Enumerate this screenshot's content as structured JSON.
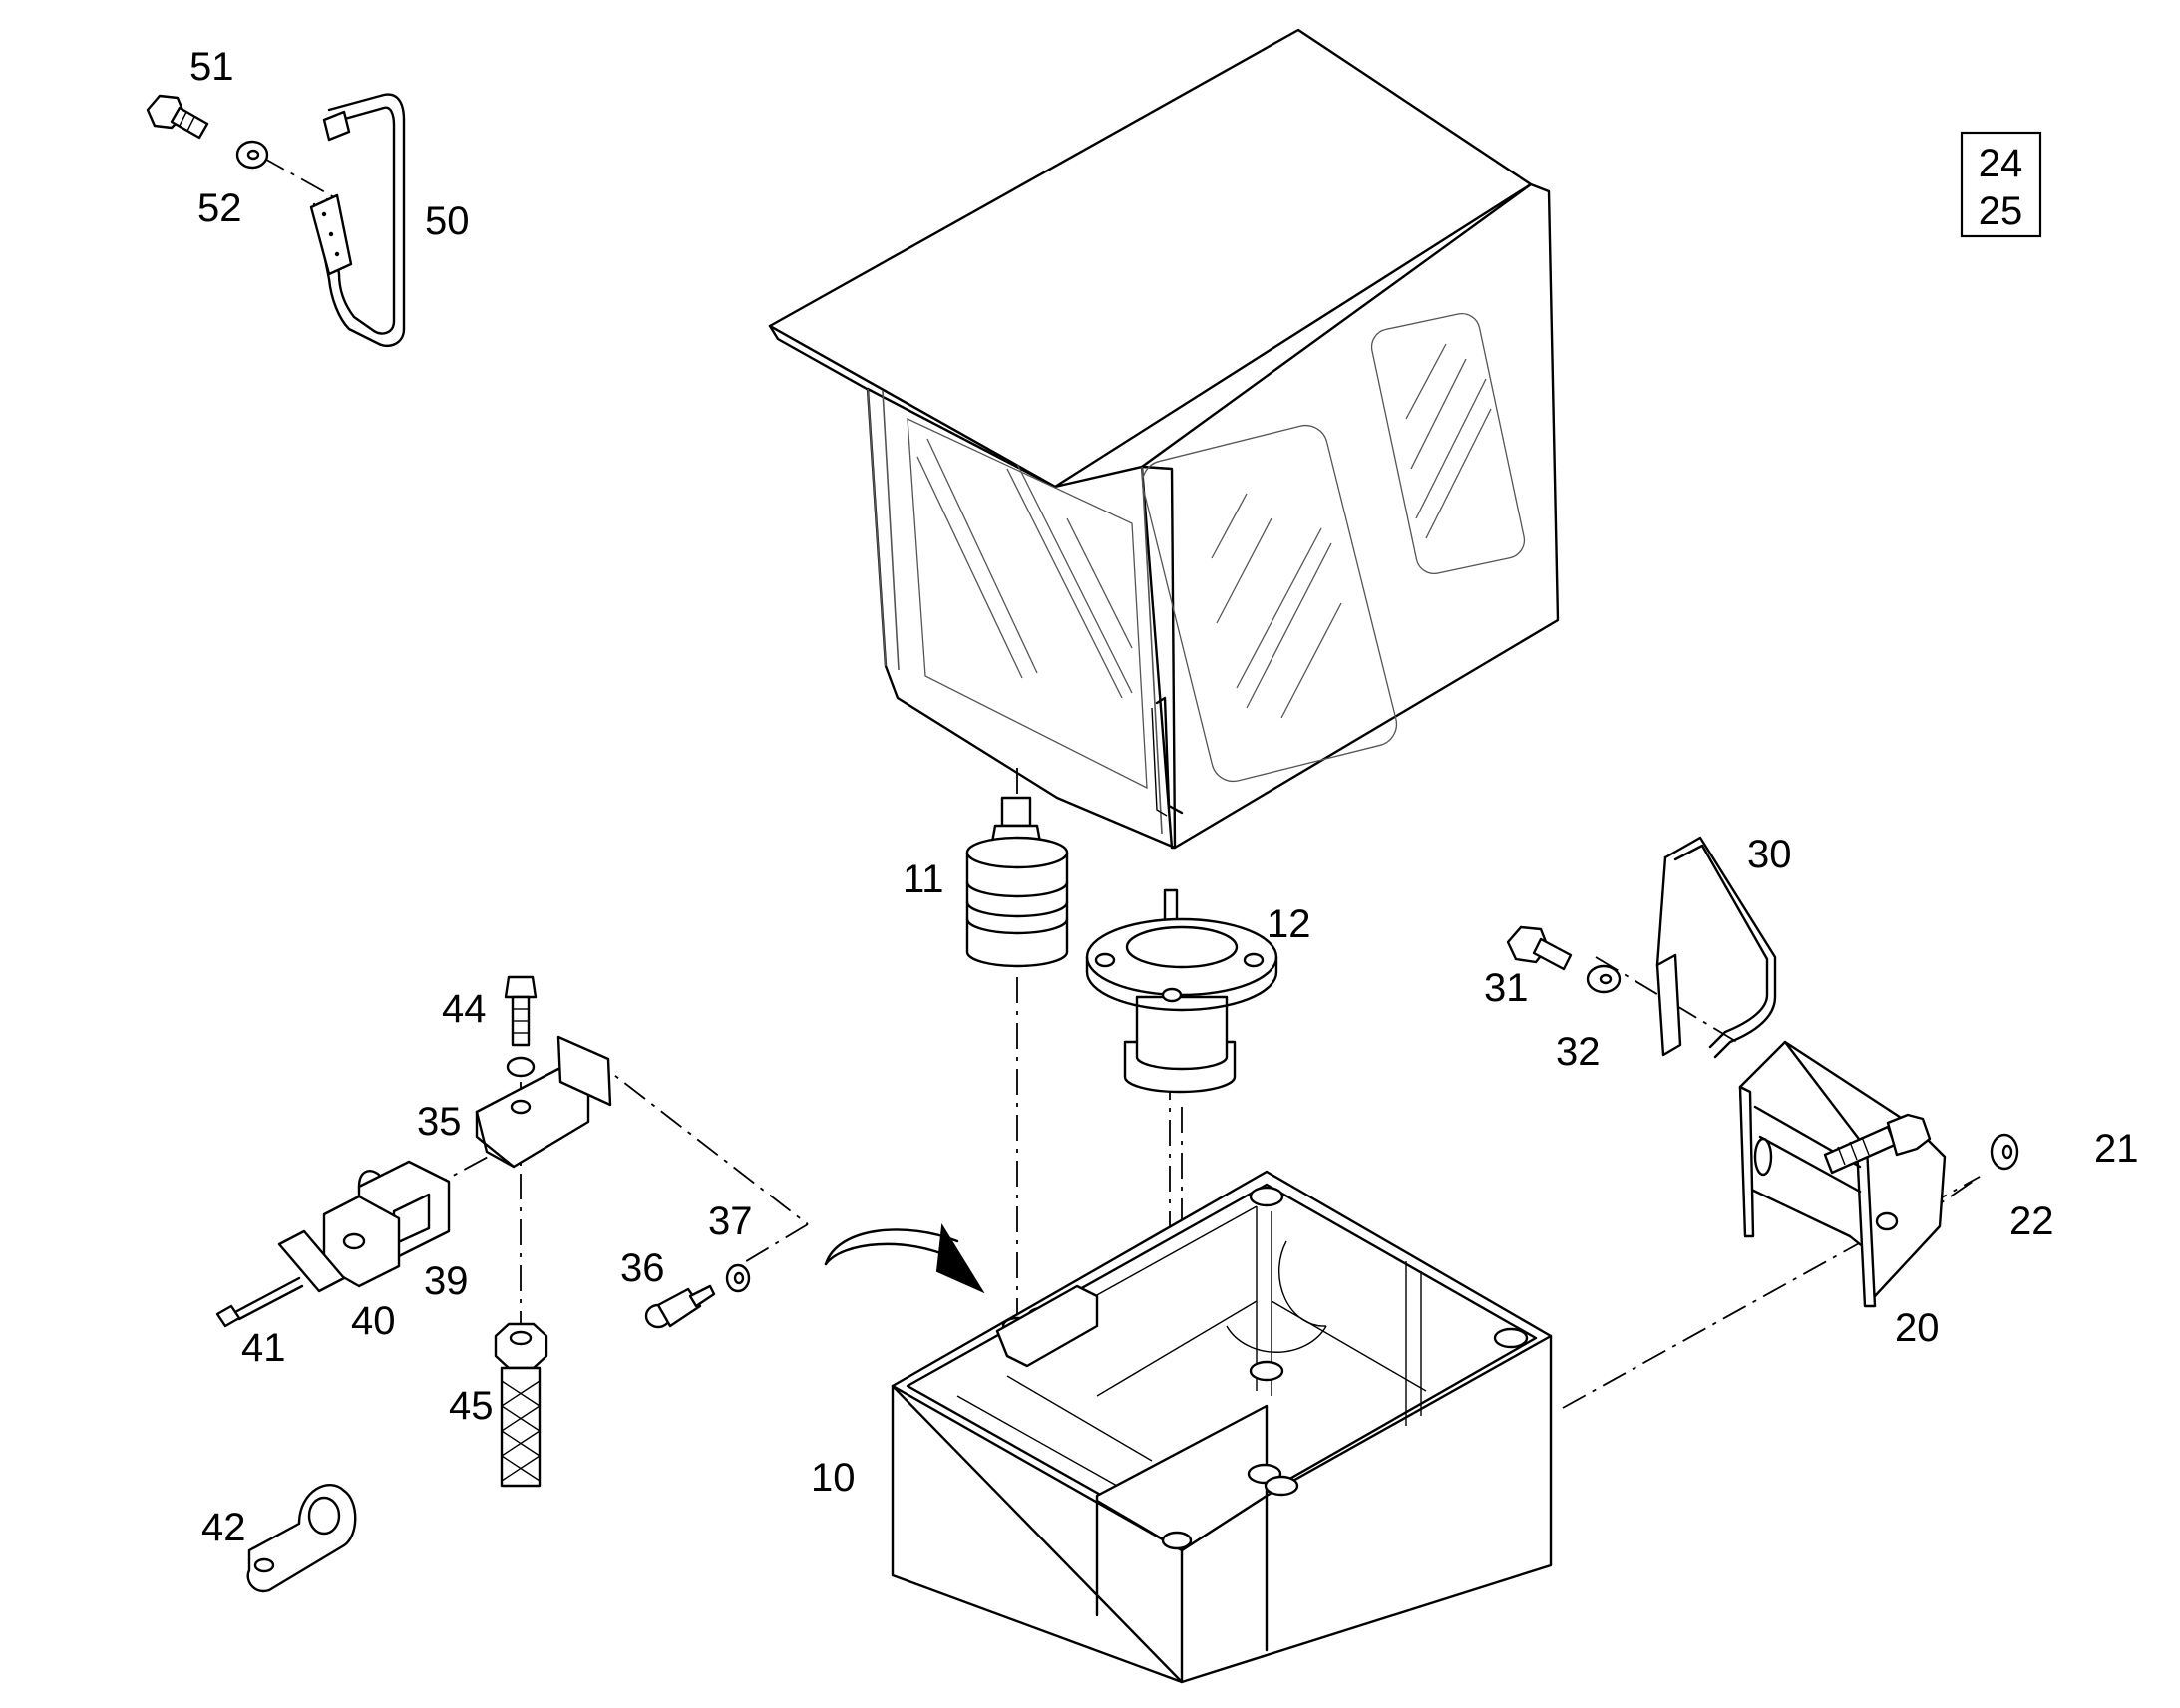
{
  "reference_box": {
    "lines": [
      "24",
      "25"
    ]
  },
  "callouts": {
    "c10": "10",
    "c11": "11",
    "c12": "12",
    "c20": "20",
    "c21": "21",
    "c22": "22",
    "c30": "30",
    "c31": "31",
    "c32": "32",
    "c35": "35",
    "c36": "36",
    "c37": "37",
    "c39": "39",
    "c40": "40",
    "c41": "41",
    "c42": "42",
    "c44": "44",
    "c45": "45",
    "c50": "50",
    "c51": "51",
    "c52": "52"
  },
  "colors": {
    "line": "#000000",
    "background": "#ffffff"
  }
}
